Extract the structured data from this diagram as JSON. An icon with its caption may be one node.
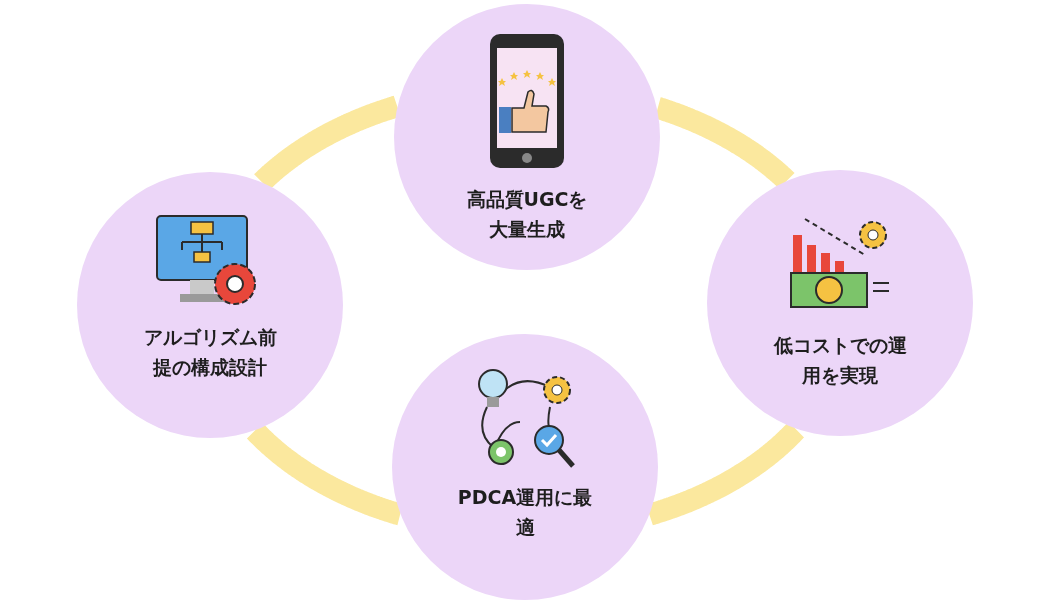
{
  "diagram": {
    "nodes": [
      {
        "text": [
          "高品質UGCを大量生成"
        ]
      },
      {
        "text": [
          "アルゴリズム前提の構成設計"
        ]
      },
      {
        "text": [
          "低コストでの運用を実現"
        ]
      },
      {
        "text": [
          "PDCA運用に最適"
        ]
      }
    ],
    "edges": [
      {
        "from": 0,
        "to": 1,
        "arrow": "none"
      },
      {
        "from": 0,
        "to": 2,
        "arrow": "none"
      },
      {
        "from": 1,
        "to": 3,
        "arrow": "none"
      },
      {
        "from": 2,
        "to": 3,
        "arrow": "none"
      }
    ]
  }
}
